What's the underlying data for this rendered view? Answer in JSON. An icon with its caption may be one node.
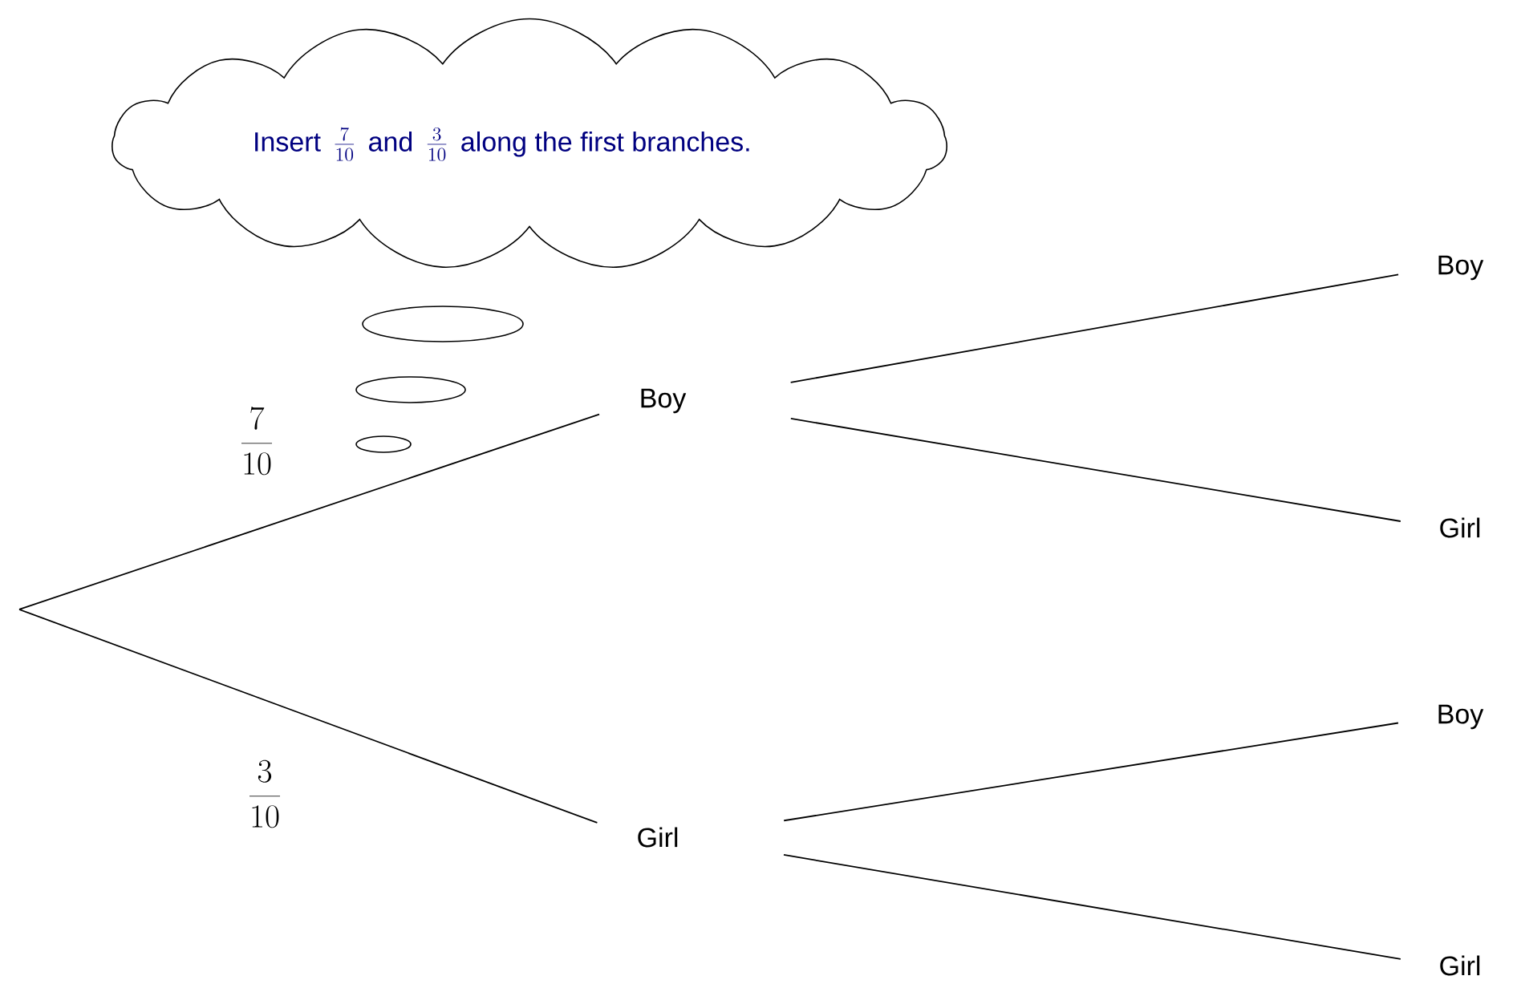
{
  "diagram": {
    "nodes": [
      {
        "text": [
          "Insert",
          "\\frac{7}{10}",
          "and",
          "\\frac{3}{10}",
          "along the first branches."
        ]
      },
      {
        "text": [
          "Boy"
        ]
      },
      {
        "text": [
          "Girl"
        ]
      },
      {
        "text": [
          "Boy"
        ]
      },
      {
        "text": [
          "Girl"
        ]
      },
      {
        "text": [
          "Boy"
        ]
      },
      {
        "text": [
          "Girl"
        ]
      }
    ],
    "edges": [
      {
        "from": null,
        "to": 1,
        "arrow": "none",
        "label": "\\frac{7}{10}"
      },
      {
        "from": null,
        "to": 2,
        "arrow": "none",
        "label": "\\frac{3}{10}"
      },
      {
        "from": 1,
        "to": 3,
        "arrow": "none"
      },
      {
        "from": 1,
        "to": 4,
        "arrow": "none"
      },
      {
        "from": 2,
        "to": 5,
        "arrow": "none"
      },
      {
        "from": 2,
        "to": 6,
        "arrow": "none"
      }
    ]
  }
}
